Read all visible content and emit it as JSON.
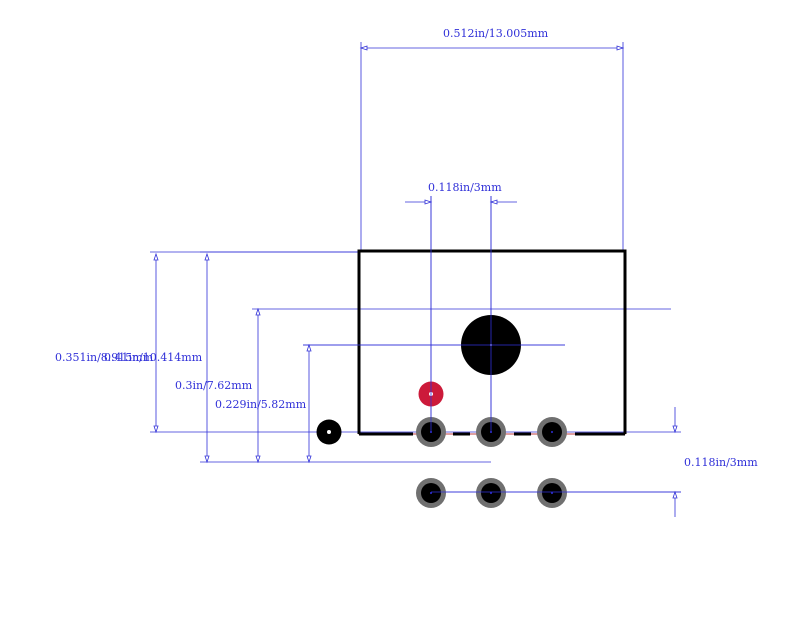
{
  "dimensions": {
    "overall_width": "0.512in/13.005mm",
    "pin_pitch": "0.118in/3mm",
    "height_a": "0.351in/8.915mm",
    "height_b": "0.41in/10.414mm",
    "height_c": "0.3in/7.62mm",
    "height_d": "0.229in/5.82mm",
    "row_pitch": "0.118in/3mm"
  },
  "colors": {
    "dimension": "#3030d8",
    "outline": "#000000",
    "silk": "#c04040",
    "pad_ring": "#707070",
    "pad_hole": "#000000",
    "pin1_marker": "#cc1a3a"
  }
}
